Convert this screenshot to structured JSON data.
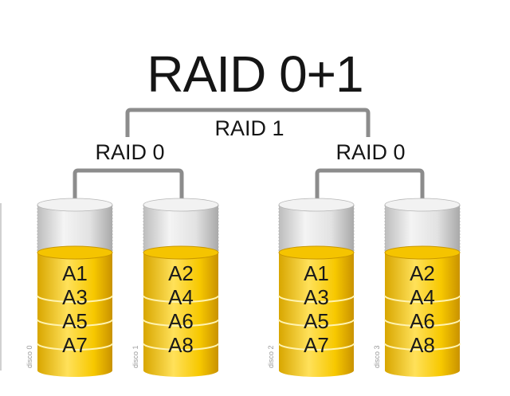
{
  "title": "RAID 0+1",
  "mirror_label": "RAID 1",
  "stripe_groups": [
    {
      "label": "RAID 0"
    },
    {
      "label": "RAID 0"
    }
  ],
  "disks": [
    {
      "name": "disco 0",
      "blocks": [
        "A1",
        "A3",
        "A5",
        "A7"
      ]
    },
    {
      "name": "disco 1",
      "blocks": [
        "A2",
        "A4",
        "A6",
        "A8"
      ]
    },
    {
      "name": "disco 2",
      "blocks": [
        "A1",
        "A3",
        "A5",
        "A7"
      ]
    },
    {
      "name": "disco 3",
      "blocks": [
        "A2",
        "A4",
        "A6",
        "A8"
      ]
    }
  ],
  "colors": {
    "connector": "#8c8c8c",
    "gold": "#f5c400",
    "gold_dark": "#c99700",
    "gray": "#d9d9d9"
  }
}
